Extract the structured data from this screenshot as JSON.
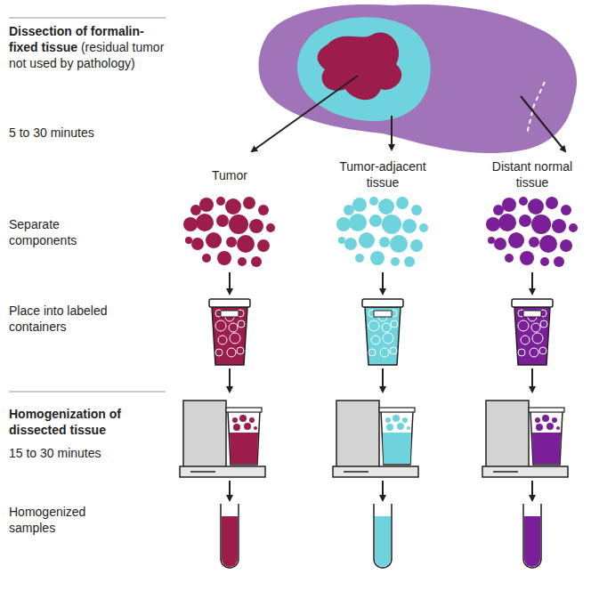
{
  "diagram": {
    "labels": [
      "Dissection of formalin-fixed tissue",
      "(residual tumor not used by pathology)",
      "5 to 30 minutes",
      "Tumor",
      "Tumor-adjacent tissue",
      "Distant normal tissue",
      "Separate components",
      "Place into labeled containers",
      "Homogenization of dissected tissue",
      "15 to 30 minutes",
      "Homogenized samples"
    ]
  }
}
